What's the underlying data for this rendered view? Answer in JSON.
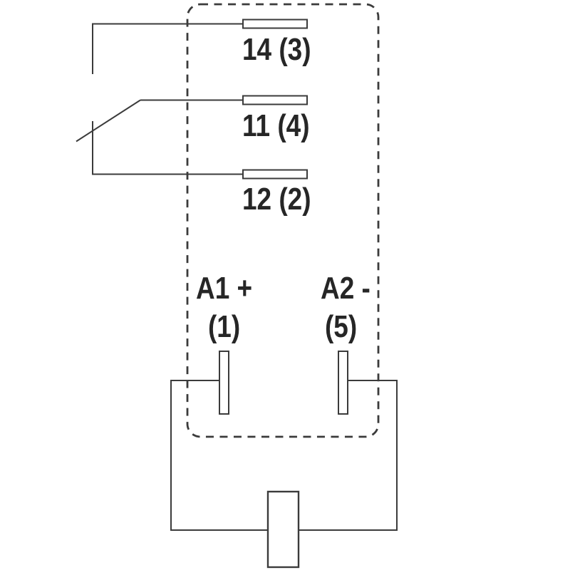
{
  "colors": {
    "line": "#3b3b3b",
    "text": "#262626",
    "background": "#ffffff"
  },
  "contact_terminals": [
    {
      "label": "14 (3)"
    },
    {
      "label": "11 (4)"
    },
    {
      "label": "12 (2)"
    }
  ],
  "coil_terminals": [
    {
      "name": "A1 +",
      "pin": "(1)"
    },
    {
      "name": "A2 -",
      "pin": "(5)"
    }
  ]
}
